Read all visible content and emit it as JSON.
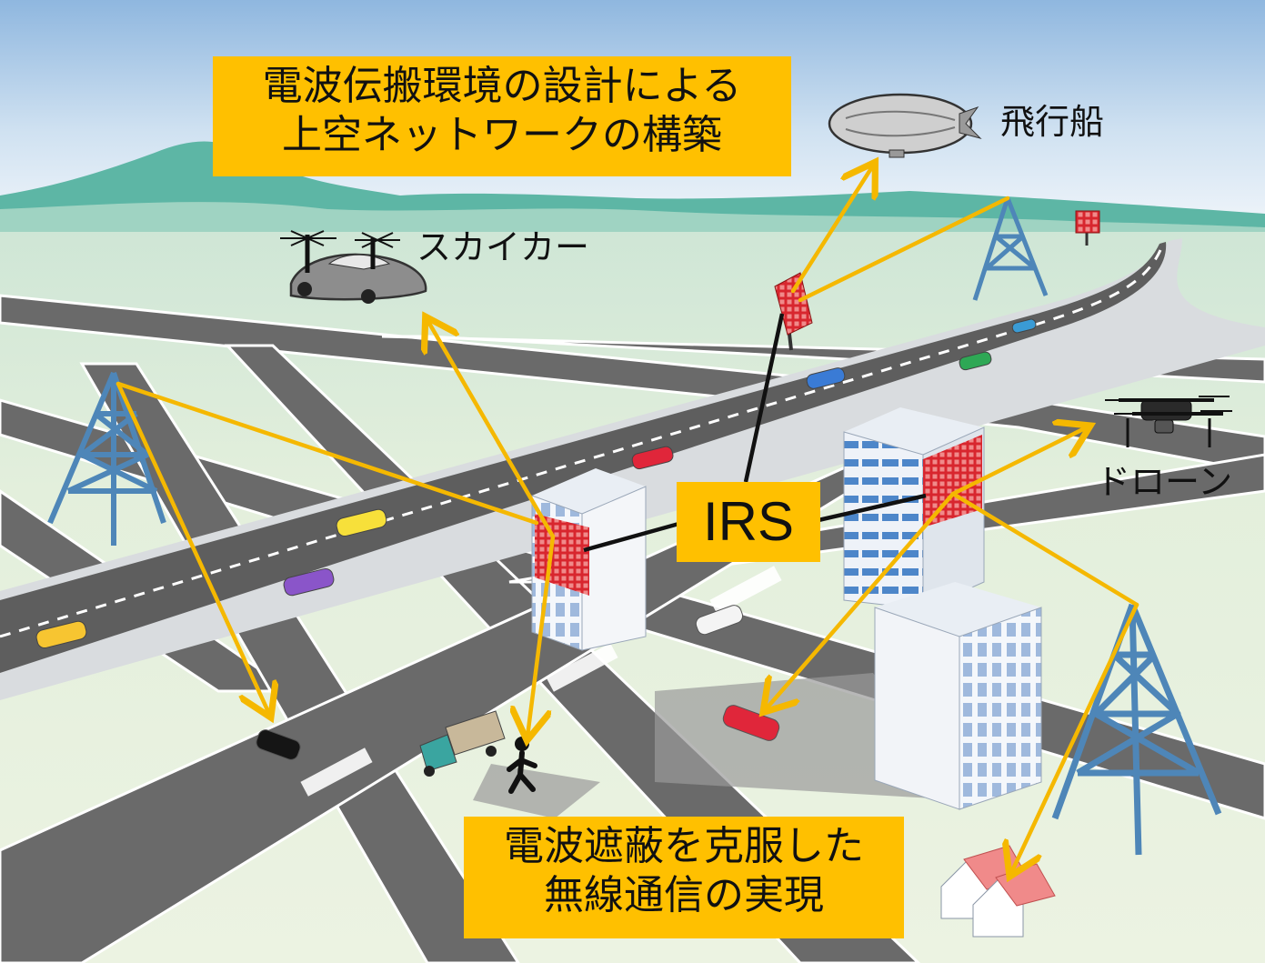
{
  "callouts": {
    "top": {
      "line1": "電波伝搬環境の設計による",
      "line2": "上空ネットワークの構築"
    },
    "bottom": {
      "line1": "電波遮蔽を克服した",
      "line2": "無線通信の実現"
    }
  },
  "labels": {
    "airship": "飛行船",
    "skycar": "スカイカー",
    "drone": "ドローン",
    "irs": "IRS"
  },
  "colors": {
    "callout_bg": "#ffc000",
    "arrow": "#f5b800",
    "tower": "#4e86b8",
    "irs_panel": "#d8262e",
    "road": "#6b6b6b",
    "ground": "#e6f1d9"
  }
}
